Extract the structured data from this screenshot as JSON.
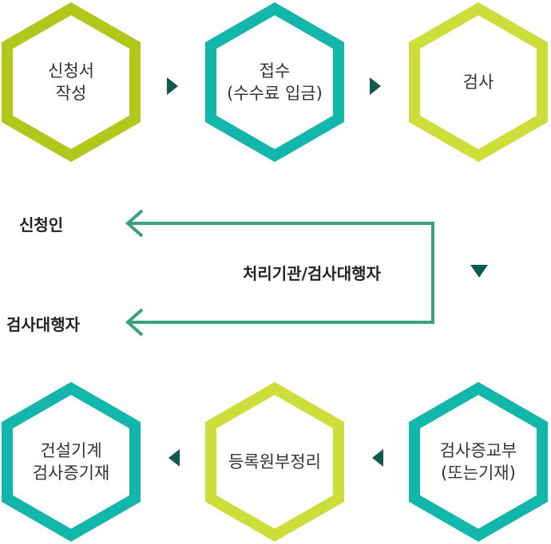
{
  "colors": {
    "lime": "#b1c71b",
    "lime_light": "#cdde3a",
    "teal": "#13b6ab",
    "teal_dark": "#0e8f88",
    "arrow": "#3aa17f",
    "triangle": "#0c5b4e",
    "text": "#333333"
  },
  "steps": [
    {
      "id": "application",
      "line1": "신청서",
      "line2": "작성",
      "color": "lime"
    },
    {
      "id": "receipt",
      "line1": "접수",
      "line2": "(수수료 입금)",
      "color": "teal"
    },
    {
      "id": "inspection",
      "line1": "검사",
      "line2": "",
      "color": "lime_light"
    },
    {
      "id": "certificate",
      "line1": "검사증교부",
      "line2": "(또는기재)",
      "color": "teal"
    },
    {
      "id": "registry",
      "line1": "등록원부정리",
      "line2": "",
      "color": "lime_light"
    },
    {
      "id": "record",
      "line1": "건설기계",
      "line2": "검사증기재",
      "color": "teal"
    }
  ],
  "labels": {
    "applicant": "신청인",
    "inspection_agent": "검사대행자",
    "processing_org": "처리기관/검사대행자"
  }
}
